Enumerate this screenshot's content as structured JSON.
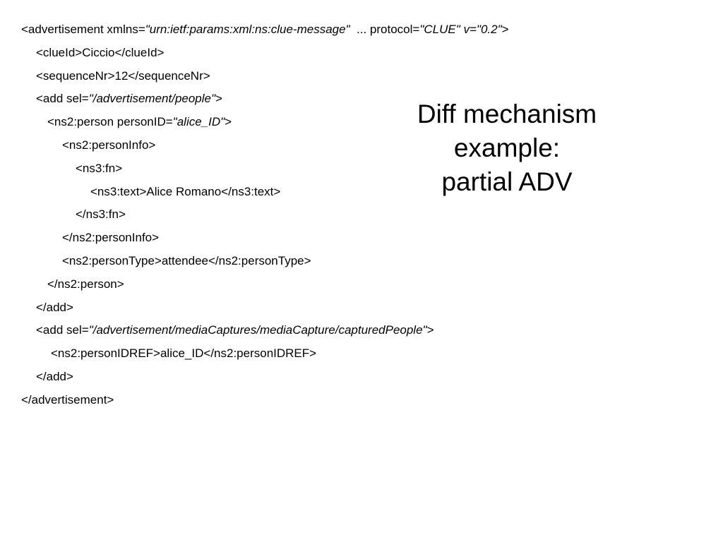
{
  "title": {
    "line1": "Diff mechanism",
    "line2": "example:",
    "line3": "partial ADV"
  },
  "code": {
    "l1": {
      "a": "<advertisement xmlns=",
      "b": "\"urn:ietf:params:xml:ns:clue-message\"",
      "c": "  ... protocol=",
      "d": "\"CLUE\" v=\"0.2\"",
      "e": ">"
    },
    "l2": {
      "a": "<clueId>Ciccio</clueId>"
    },
    "l3": {
      "a": "<sequenceNr>12</sequenceNr>"
    },
    "l4": {
      "a": "<add sel=",
      "b": "\"/advertisement/people\"",
      "c": ">"
    },
    "l5": {
      "a": "<ns2:person personID=",
      "b": "\"alice_ID\"",
      "c": ">"
    },
    "l6": {
      "a": "<ns2:personInfo>"
    },
    "l7": {
      "a": "<ns3:fn>"
    },
    "l8": {
      "a": "<ns3:text>Alice Romano</ns3:text>"
    },
    "l9": {
      "a": "</ns3:fn>"
    },
    "l10": {
      "a": "</ns2:personInfo>"
    },
    "l11": {
      "a": "<ns2:personType>attendee</ns2:personType>"
    },
    "l12": {
      "a": "</ns2:person>"
    },
    "l13": {
      "a": "</add>"
    },
    "l14": {
      "a": "<add sel=",
      "b": "\"/advertisement/mediaCaptures/mediaCapture/capturedPeople\"",
      "c": ">"
    },
    "l15": {
      "a": "<ns2:personIDREF>alice_ID</ns2:personIDREF>"
    },
    "l16": {
      "a": "</add>"
    },
    "l17": {
      "a": "</advertisement>"
    }
  }
}
